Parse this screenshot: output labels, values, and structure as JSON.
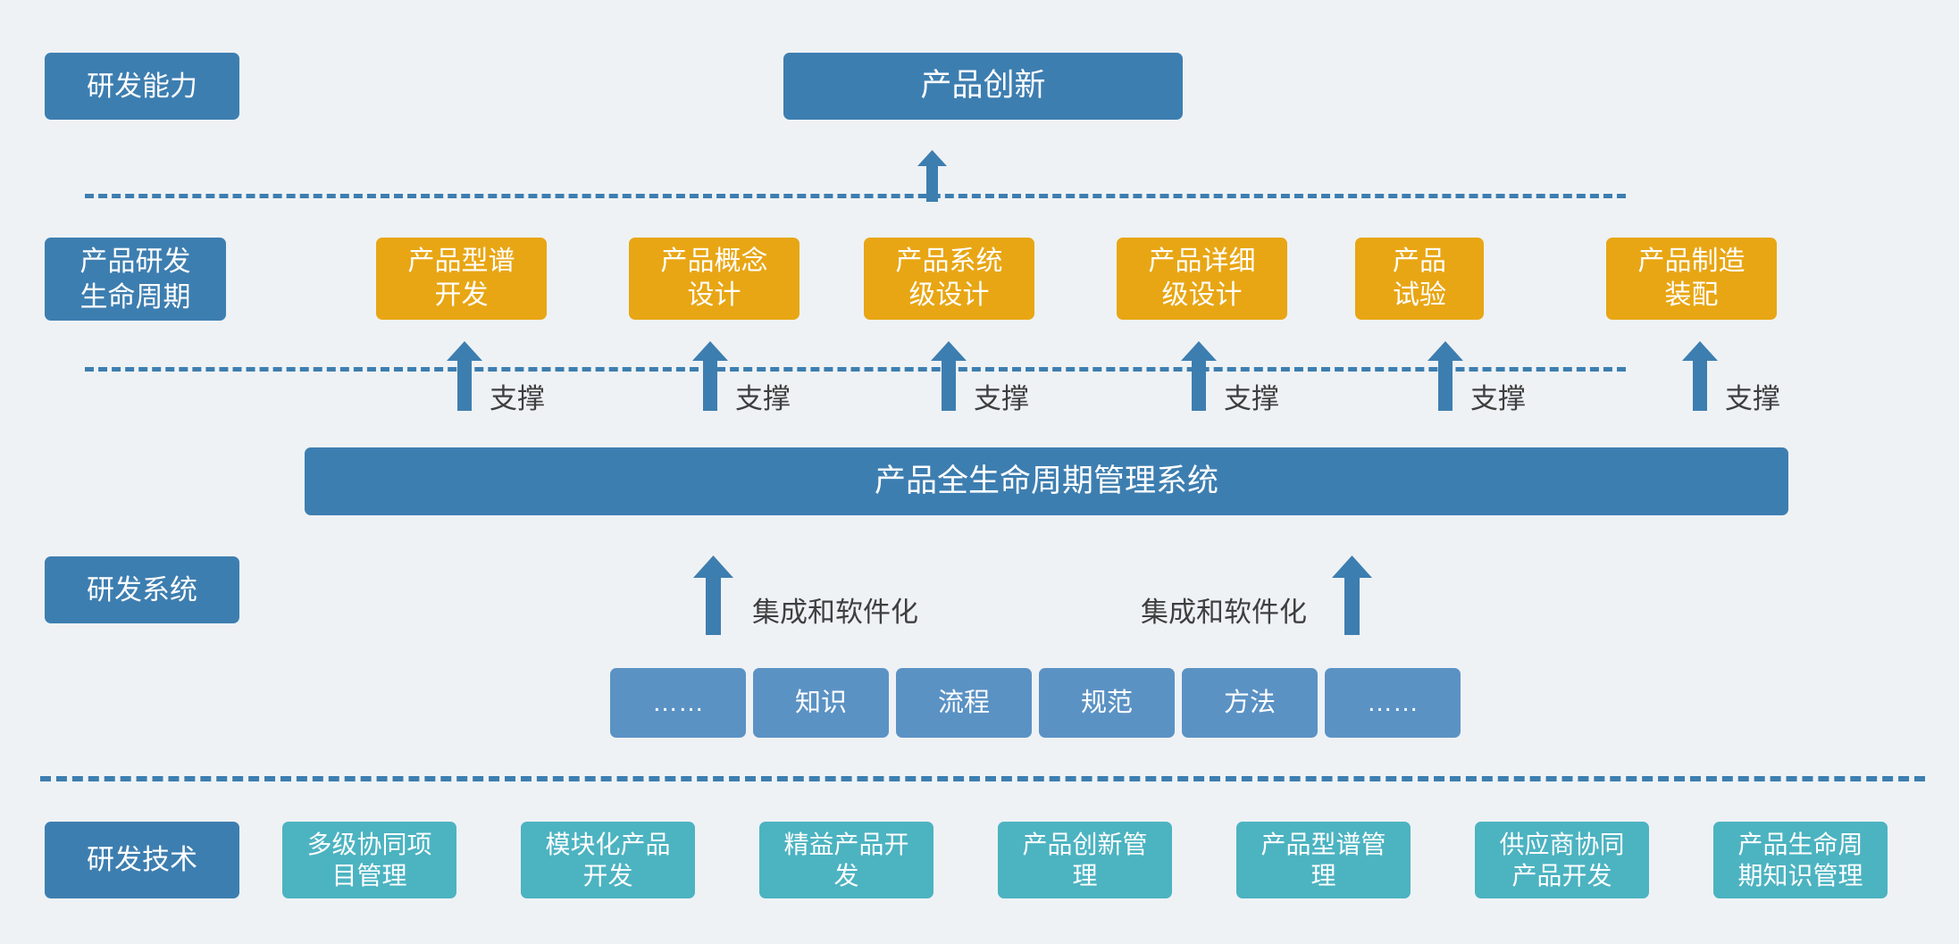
{
  "theme": {
    "background": "#eef2f5",
    "blue": "#3d7eb0",
    "blue_light": "#5b92c4",
    "orange": "#e8a614",
    "teal": "#4cb3c1",
    "caption_text": "#3f3f3f"
  },
  "row_labels": [
    {
      "id": "capability",
      "text": "研发能力"
    },
    {
      "id": "lifecycle",
      "text": "产品研发\n生命周期"
    },
    {
      "id": "system",
      "text": "研发系统"
    },
    {
      "id": "technology",
      "text": "研发技术"
    }
  ],
  "top": {
    "title": "产品创新",
    "arrow_icon": "up-arrow-icon"
  },
  "lifecycle_stages": [
    {
      "id": "stage-1",
      "text": "产品型谱\n开发"
    },
    {
      "id": "stage-2",
      "text": "产品概念\n设计"
    },
    {
      "id": "stage-3",
      "text": "产品系统\n级设计"
    },
    {
      "id": "stage-4",
      "text": "产品详细\n级设计"
    },
    {
      "id": "stage-5",
      "text": "产品\n试验"
    },
    {
      "id": "stage-6",
      "text": "产品制造\n装配"
    }
  ],
  "support_label": "支撑",
  "support_arrow_icon": "up-arrow-icon",
  "plm": {
    "title": "产品全生命周期管理系统"
  },
  "integration": {
    "label": "集成和软件化",
    "arrow_icon": "up-arrow-icon"
  },
  "knowledge_chips": [
    {
      "id": "chip-ellipsis-left",
      "text": "……"
    },
    {
      "id": "chip-knowledge",
      "text": "知识"
    },
    {
      "id": "chip-process",
      "text": "流程"
    },
    {
      "id": "chip-standard",
      "text": "规范"
    },
    {
      "id": "chip-method",
      "text": "方法"
    },
    {
      "id": "chip-ellipsis-right",
      "text": "……"
    }
  ],
  "technologies": [
    {
      "id": "tech-1",
      "text": "多级协同项\n目管理"
    },
    {
      "id": "tech-2",
      "text": "模块化产品\n开发"
    },
    {
      "id": "tech-3",
      "text": "精益产品开\n发"
    },
    {
      "id": "tech-4",
      "text": "产品创新管\n理"
    },
    {
      "id": "tech-5",
      "text": "产品型谱管\n理"
    },
    {
      "id": "tech-6",
      "text": "供应商协同\n产品开发"
    },
    {
      "id": "tech-7",
      "text": "产品生命周\n期知识管理"
    }
  ]
}
